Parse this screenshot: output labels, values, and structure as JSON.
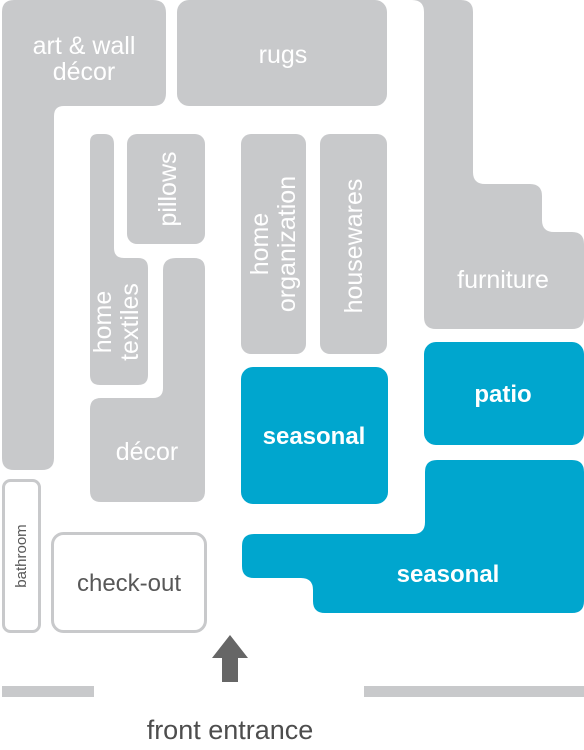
{
  "store_map": {
    "departments": {
      "art_wall_decor": [
        "art & wall",
        "décor"
      ],
      "rugs": "rugs",
      "furniture": "furniture",
      "pillows": "pillows",
      "home_textiles": [
        "home",
        "textiles"
      ],
      "decor": "décor",
      "home_organization": [
        "home",
        "organization"
      ],
      "housewares": "housewares",
      "seasonal_center": "seasonal",
      "patio": "patio",
      "seasonal_front": "seasonal",
      "bathroom": "bathroom",
      "checkout": "check-out"
    },
    "entrance_label": "front entrance",
    "colors": {
      "department_gray": "#c8c9cb",
      "feature_blue": "#00a6ce",
      "outline_gray": "#c8c9cb",
      "arrow": "#666666",
      "entrance_text": "#4d4d4d"
    },
    "icons": {
      "entrance_arrow": "up-arrow-icon"
    }
  }
}
